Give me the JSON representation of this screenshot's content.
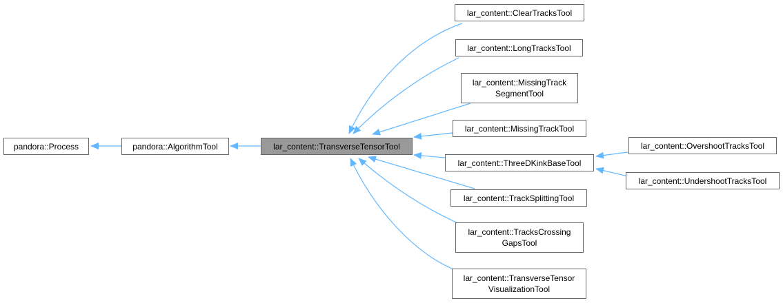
{
  "colors": {
    "edge": "#63b8ff",
    "border": "#666666",
    "focus_fill": "#999999"
  },
  "nodes": {
    "process": "pandora::Process",
    "algorithm_tool": "pandora::AlgorithmTool",
    "transverse_tensor_tool": "lar_content::TransverseTensorTool",
    "clear_tracks_tool": "lar_content::ClearTracksTool",
    "long_tracks_tool": "lar_content::LongTracksTool",
    "missing_track_segment_tool": {
      "line1": "lar_content::MissingTrack",
      "line2": "SegmentTool"
    },
    "missing_track_tool": "lar_content::MissingTrackTool",
    "three_d_kink_base_tool": "lar_content::ThreeDKinkBaseTool",
    "overshoot_tracks_tool": "lar_content::OvershootTracksTool",
    "undershoot_tracks_tool": "lar_content::UndershootTracksTool",
    "track_splitting_tool": "lar_content::TrackSplittingTool",
    "tracks_crossing_gaps_tool": {
      "line1": "lar_content::TracksCrossing",
      "line2": "GapsTool"
    },
    "transverse_tensor_visualization_tool": {
      "line1": "lar_content::TransverseTensor",
      "line2": "VisualizationTool"
    }
  }
}
